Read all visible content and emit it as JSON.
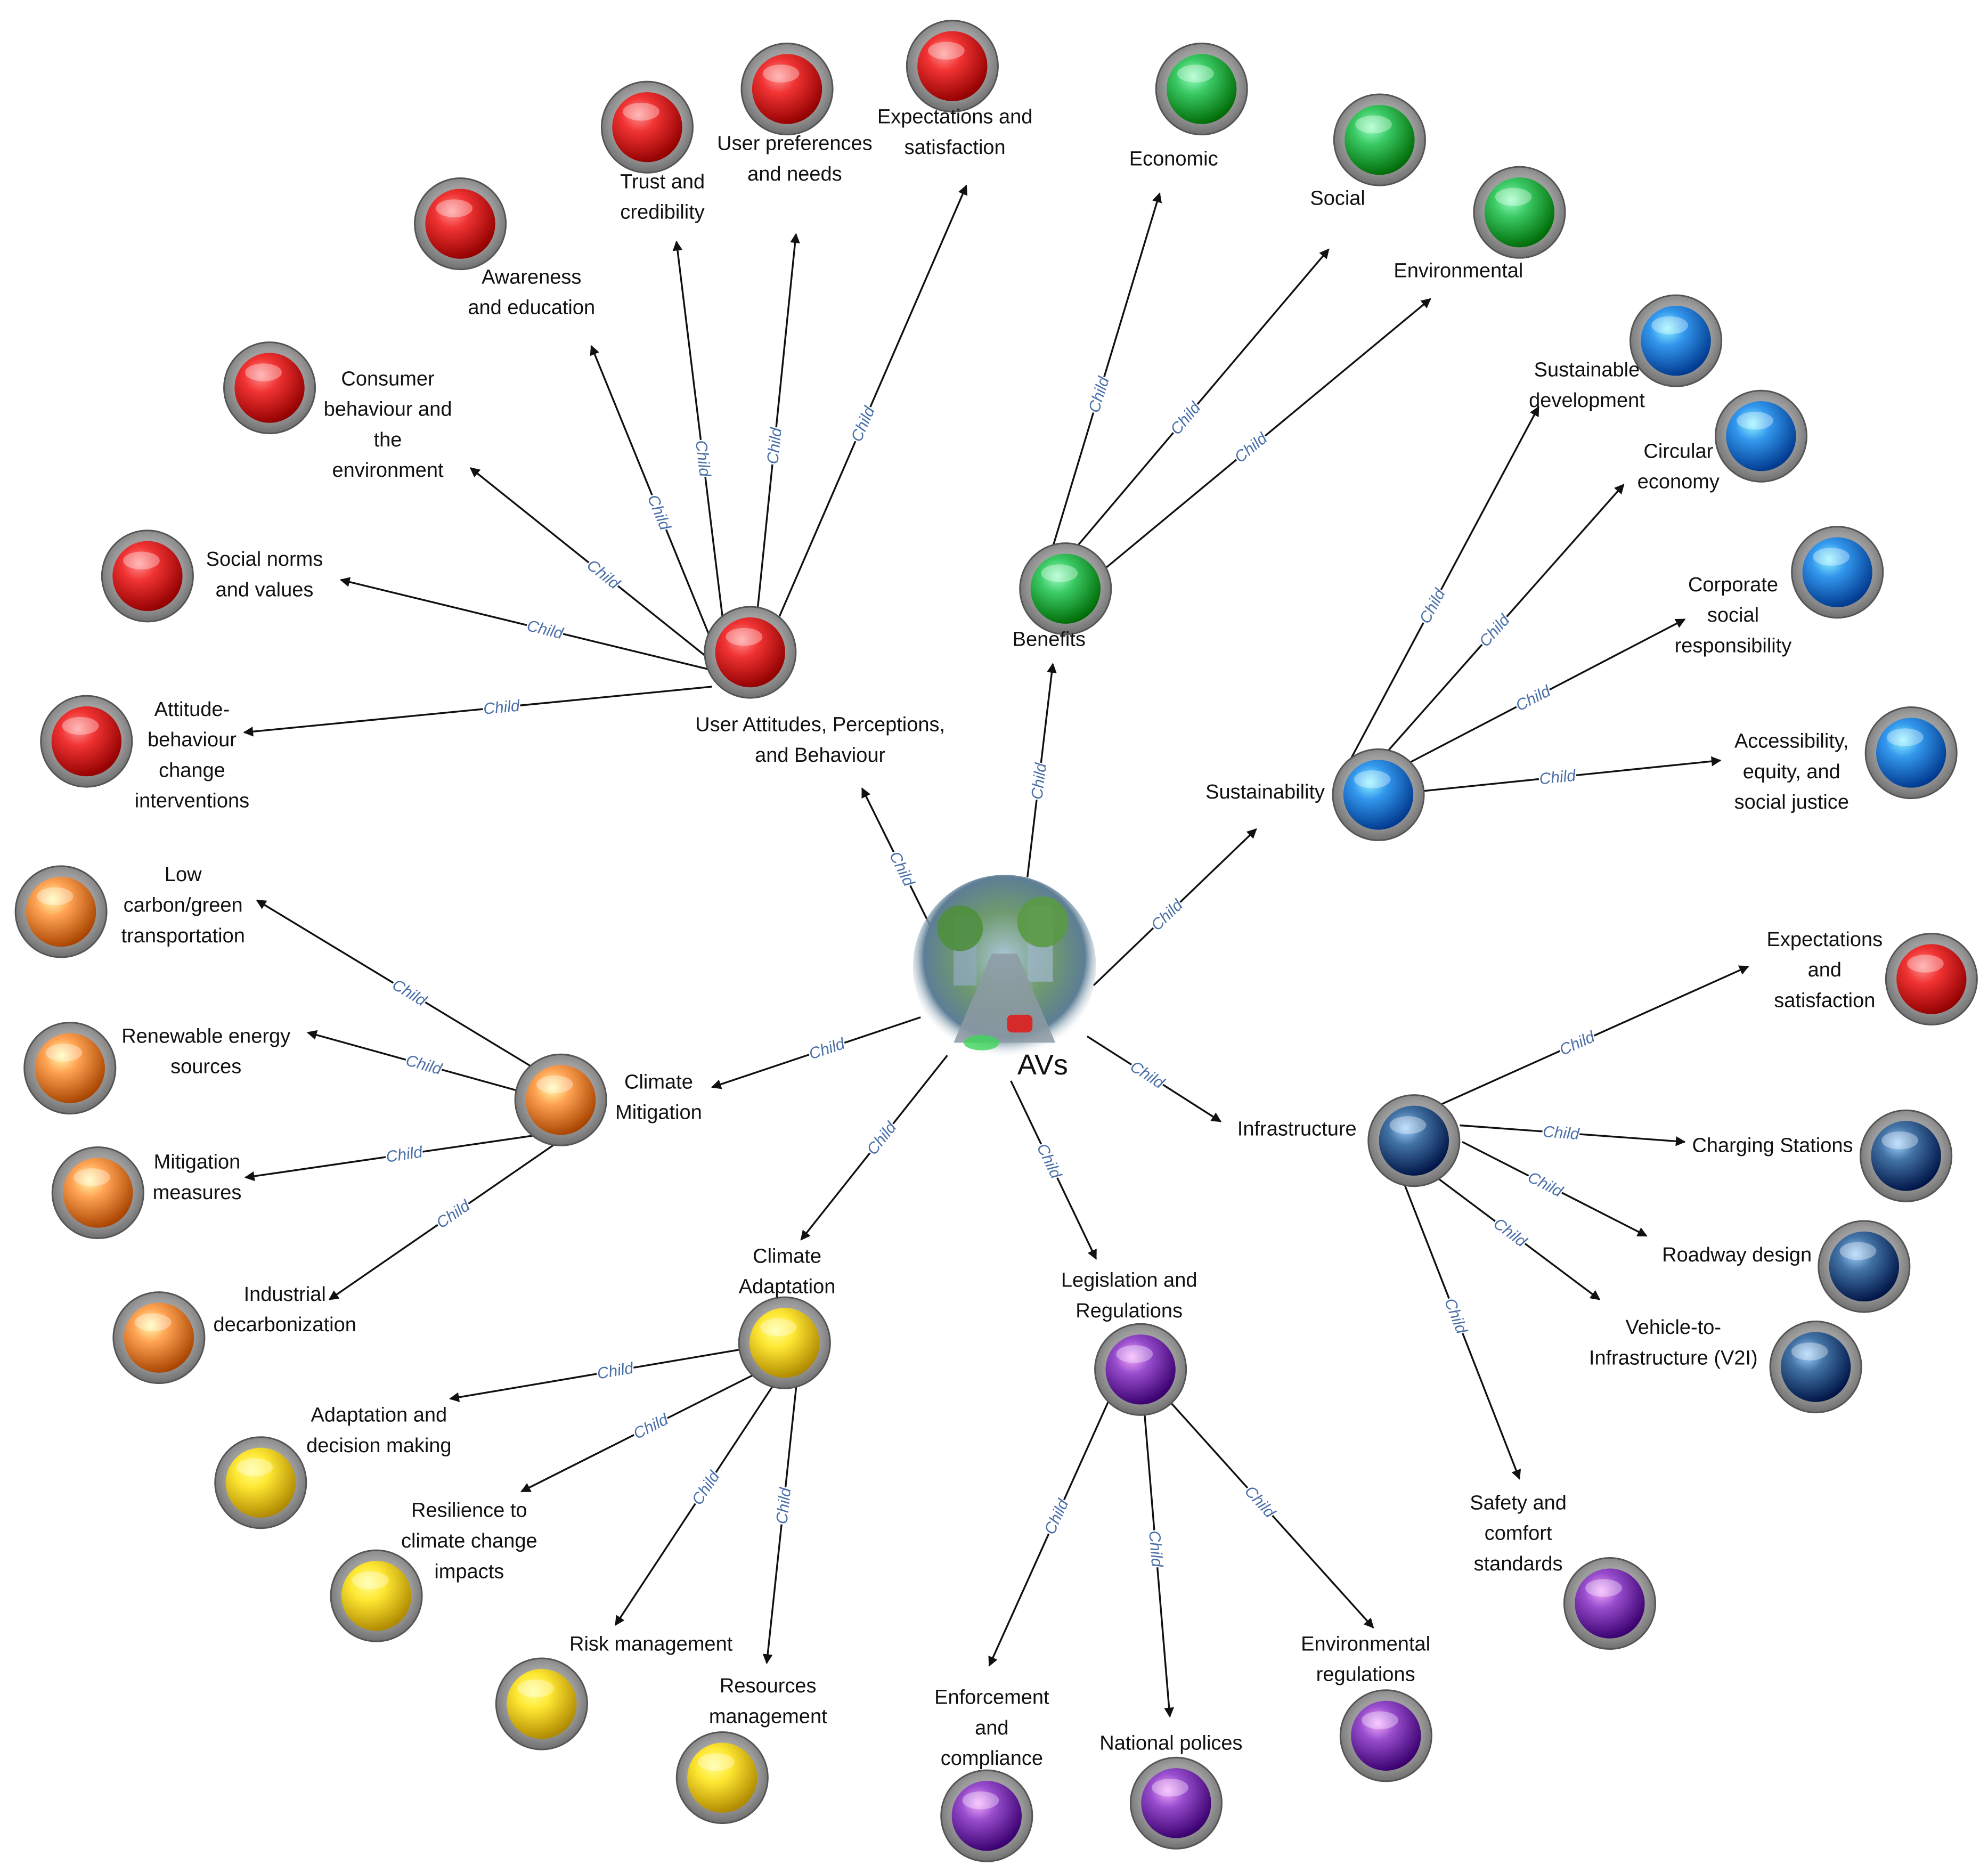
{
  "colors": {
    "red": "#d81a1a",
    "green": "#22b14c",
    "blue": "#1a7fd4",
    "navy": "#2a5a8c",
    "orange": "#ee8a3a",
    "yellow": "#f5cf1a",
    "purple": "#7f34b4",
    "edge": "#111111",
    "edge_label": "#4a6fa8"
  },
  "root": {
    "label": "AVs"
  },
  "edge_label": "Child",
  "categories": [
    {
      "id": "user",
      "color": "red",
      "label": [
        "User Attitudes, Perceptions,",
        "and Behaviour"
      ],
      "children": [
        {
          "label": [
            "Attitude-",
            "behaviour",
            "change",
            "interventions"
          ],
          "color": "red"
        },
        {
          "label": [
            "Social norms",
            "and values"
          ],
          "color": "red"
        },
        {
          "label": [
            "Consumer",
            "behaviour and",
            "the",
            "environment"
          ],
          "color": "red"
        },
        {
          "label": [
            "Awareness",
            "and education"
          ],
          "color": "red"
        },
        {
          "label": [
            "Trust and",
            "credibility"
          ],
          "color": "red"
        },
        {
          "label": [
            "User preferences",
            "and needs"
          ],
          "color": "red"
        },
        {
          "label": [
            "Expectations and",
            "satisfaction"
          ],
          "color": "red"
        }
      ]
    },
    {
      "id": "benefits",
      "color": "green",
      "label": [
        "Benefits"
      ],
      "children": [
        {
          "label": [
            "Economic"
          ],
          "color": "green"
        },
        {
          "label": [
            "Social"
          ],
          "color": "green"
        },
        {
          "label": [
            "Environmental"
          ],
          "color": "green"
        }
      ]
    },
    {
      "id": "sustainability",
      "color": "blue",
      "label": [
        "Sustainability"
      ],
      "children": [
        {
          "label": [
            "Sustainable",
            "development"
          ],
          "color": "blue"
        },
        {
          "label": [
            "Circular",
            "economy"
          ],
          "color": "blue"
        },
        {
          "label": [
            "Corporate",
            "social",
            "responsibility"
          ],
          "color": "blue"
        },
        {
          "label": [
            "Accessibility,",
            "equity, and",
            "social justice"
          ],
          "color": "blue"
        }
      ]
    },
    {
      "id": "infrastructure",
      "color": "navy",
      "label": [
        "Infrastructure"
      ],
      "children": [
        {
          "label": [
            "Expectations",
            "and",
            "satisfaction"
          ],
          "color": "red"
        },
        {
          "label": [
            "Charging Stations"
          ],
          "color": "navy"
        },
        {
          "label": [
            "Roadway design"
          ],
          "color": "navy"
        },
        {
          "label": [
            "Vehicle-to-",
            "Infrastructure (V2I)"
          ],
          "color": "navy"
        },
        {
          "label": [
            "Safety and",
            "comfort",
            "standards"
          ],
          "color": "purple"
        }
      ]
    },
    {
      "id": "legislation",
      "color": "purple",
      "label": [
        "Legislation and",
        "Regulations"
      ],
      "children": [
        {
          "label": [
            "Enforcement",
            "and",
            "compliance"
          ],
          "color": "purple"
        },
        {
          "label": [
            "National polices"
          ],
          "color": "purple"
        },
        {
          "label": [
            "Environmental",
            "regulations"
          ],
          "color": "purple"
        }
      ]
    },
    {
      "id": "adaptation",
      "color": "yellow",
      "label": [
        "Climate",
        "Adaptation"
      ],
      "children": [
        {
          "label": [
            "Adaptation and",
            "decision making"
          ],
          "color": "yellow"
        },
        {
          "label": [
            "Resilience to",
            "climate change",
            "impacts"
          ],
          "color": "yellow"
        },
        {
          "label": [
            "Risk management"
          ],
          "color": "yellow"
        },
        {
          "label": [
            "Resources",
            "management"
          ],
          "color": "yellow"
        }
      ]
    },
    {
      "id": "mitigation",
      "color": "orange",
      "label": [
        "Climate",
        "Mitigation"
      ],
      "children": [
        {
          "label": [
            "Low",
            "carbon/green",
            "transportation"
          ],
          "color": "orange"
        },
        {
          "label": [
            "Renewable energy",
            "sources"
          ],
          "color": "orange"
        },
        {
          "label": [
            "Mitigation",
            "measures"
          ],
          "color": "orange"
        },
        {
          "label": [
            "Industrial",
            "decarbonization"
          ],
          "color": "orange"
        }
      ]
    }
  ]
}
